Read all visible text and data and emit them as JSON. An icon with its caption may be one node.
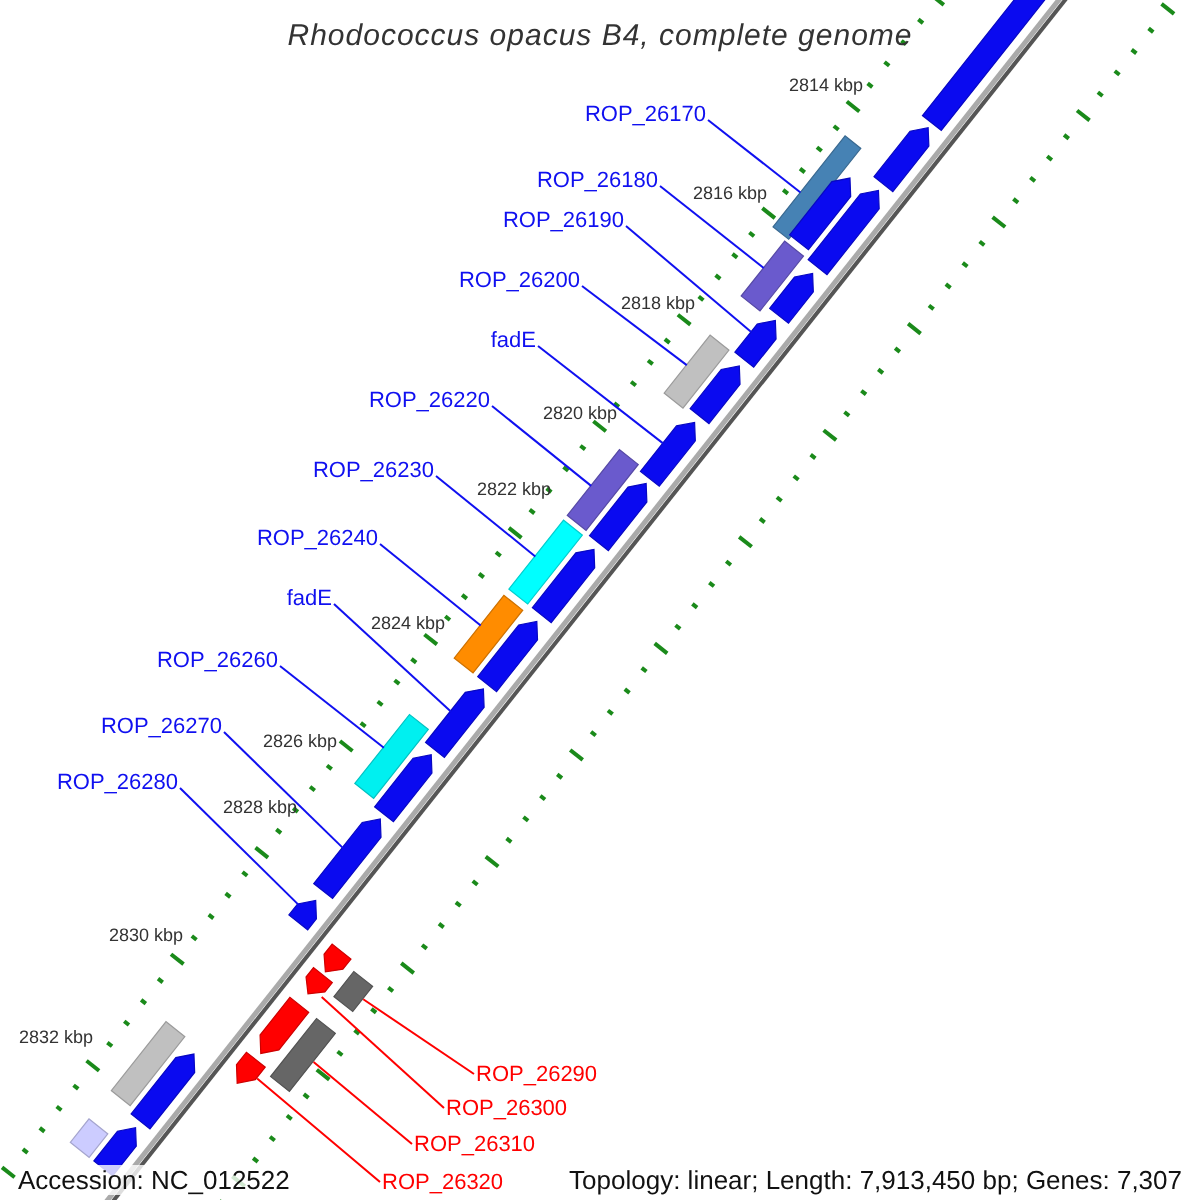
{
  "diagram": {
    "title": "Rhodococcus opacus B4, complete genome",
    "nodes": [
      {
        "text": [
          "ROP_26170"
        ]
      },
      {
        "text": [
          "ROP_26180"
        ]
      },
      {
        "text": [
          "ROP_26190"
        ]
      },
      {
        "text": [
          "ROP_26200"
        ]
      },
      {
        "text": [
          "fadE"
        ]
      },
      {
        "text": [
          "ROP_26220"
        ]
      },
      {
        "text": [
          "ROP_26230"
        ]
      },
      {
        "text": [
          "ROP_26240"
        ]
      },
      {
        "text": [
          "fadE"
        ]
      },
      {
        "text": [
          "ROP_26260"
        ]
      },
      {
        "text": [
          "ROP_26270"
        ]
      },
      {
        "text": [
          "ROP_26280"
        ]
      },
      {
        "text": [
          "ROP_26290"
        ]
      },
      {
        "text": [
          "ROP_26300"
        ]
      },
      {
        "text": [
          "ROP_26310"
        ]
      },
      {
        "text": [
          "ROP_26320"
        ]
      },
      {
        "text": [],
        "shape": "pentagon"
      },
      {
        "text": [],
        "shape": "pentagon"
      },
      {
        "text": [],
        "shape": "box"
      },
      {
        "text": [],
        "shape": "pentagon"
      },
      {
        "text": [],
        "shape": "pentagon"
      },
      {
        "text": [],
        "shape": "box"
      },
      {
        "text": [],
        "shape": "pentagon"
      },
      {
        "text": [],
        "shape": "pentagon"
      },
      {
        "text": [],
        "shape": "box"
      },
      {
        "text": [],
        "shape": "pentagon"
      },
      {
        "text": [],
        "shape": "pentagon"
      },
      {
        "text": [],
        "shape": "box"
      },
      {
        "text": [],
        "shape": "pentagon"
      },
      {
        "text": [],
        "shape": "box"
      },
      {
        "text": [],
        "shape": "pentagon"
      },
      {
        "text": [],
        "shape": "box"
      },
      {
        "text": [],
        "shape": "pentagon"
      },
      {
        "text": [],
        "shape": "pentagon"
      },
      {
        "text": [],
        "shape": "box"
      },
      {
        "text": [],
        "shape": "pentagon"
      },
      {
        "text": [],
        "shape": "pentagon"
      },
      {
        "text": [],
        "shape": "pentagon"
      },
      {
        "text": [],
        "shape": "pentagon"
      },
      {
        "text": [],
        "shape": "box"
      },
      {
        "text": [],
        "shape": "pentagon"
      },
      {
        "text": [],
        "shape": "pentagon"
      },
      {
        "text": [],
        "shape": "box"
      },
      {
        "text": [],
        "shape": "pentagon"
      },
      {
        "text": [],
        "shape": "box"
      },
      {
        "text": [],
        "shape": "pentagon"
      },
      {
        "text": [],
        "shape": "pentagon"
      },
      {
        "text": [],
        "shape": "box"
      }
    ],
    "edges": [
      {
        "from": 0,
        "to": 18,
        "arrow": "none"
      },
      {
        "from": 1,
        "to": 21,
        "arrow": "none"
      },
      {
        "from": 2,
        "to": 23,
        "arrow": "none"
      },
      {
        "from": 3,
        "to": 24,
        "arrow": "none"
      },
      {
        "from": 4,
        "to": 26,
        "arrow": "none"
      },
      {
        "from": 5,
        "to": 27,
        "arrow": "none"
      },
      {
        "from": 6,
        "to": 29,
        "arrow": "none"
      },
      {
        "from": 7,
        "to": 31,
        "arrow": "none"
      },
      {
        "from": 8,
        "to": 33,
        "arrow": "none"
      },
      {
        "from": 9,
        "to": 34,
        "arrow": "none"
      },
      {
        "from": 10,
        "to": 36,
        "arrow": "none"
      },
      {
        "from": 11,
        "to": 37,
        "arrow": "none"
      },
      {
        "from": 12,
        "to": 39,
        "arrow": "none",
        "color": "#ff0000"
      },
      {
        "from": 13,
        "to": 40,
        "arrow": "none",
        "color": "#ff0000"
      },
      {
        "from": 14,
        "to": 42,
        "arrow": "none",
        "color": "#ff0000"
      },
      {
        "from": 15,
        "to": 43,
        "arrow": "none",
        "color": "#ff0000"
      }
    ],
    "labels": [
      "2814 kbp",
      "2816 kbp",
      "2818 kbp",
      "2820 kbp",
      "2822 kbp",
      "2824 kbp",
      "2826 kbp",
      "2828 kbp",
      "2830 kbp",
      "2832 kbp",
      "Accession: NC_012522",
      "Topology: linear; Length: 7,913,450 bp; Genes: 7,307"
    ]
  }
}
